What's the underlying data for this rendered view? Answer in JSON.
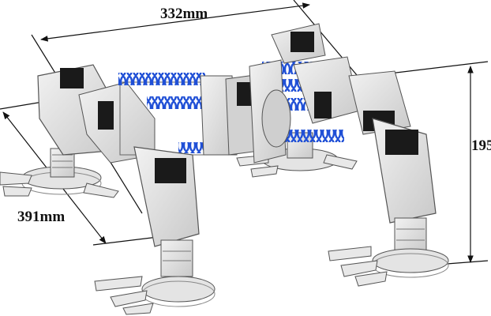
{
  "dimensions": {
    "width_label": "332mm",
    "length_label": "391mm",
    "height_label": "195"
  },
  "colors": {
    "spring": "#1f4fd6",
    "servo": "#1a1a1a",
    "body": "#dcdcdc",
    "outline": "#555555",
    "dimension_line": "#111111"
  }
}
